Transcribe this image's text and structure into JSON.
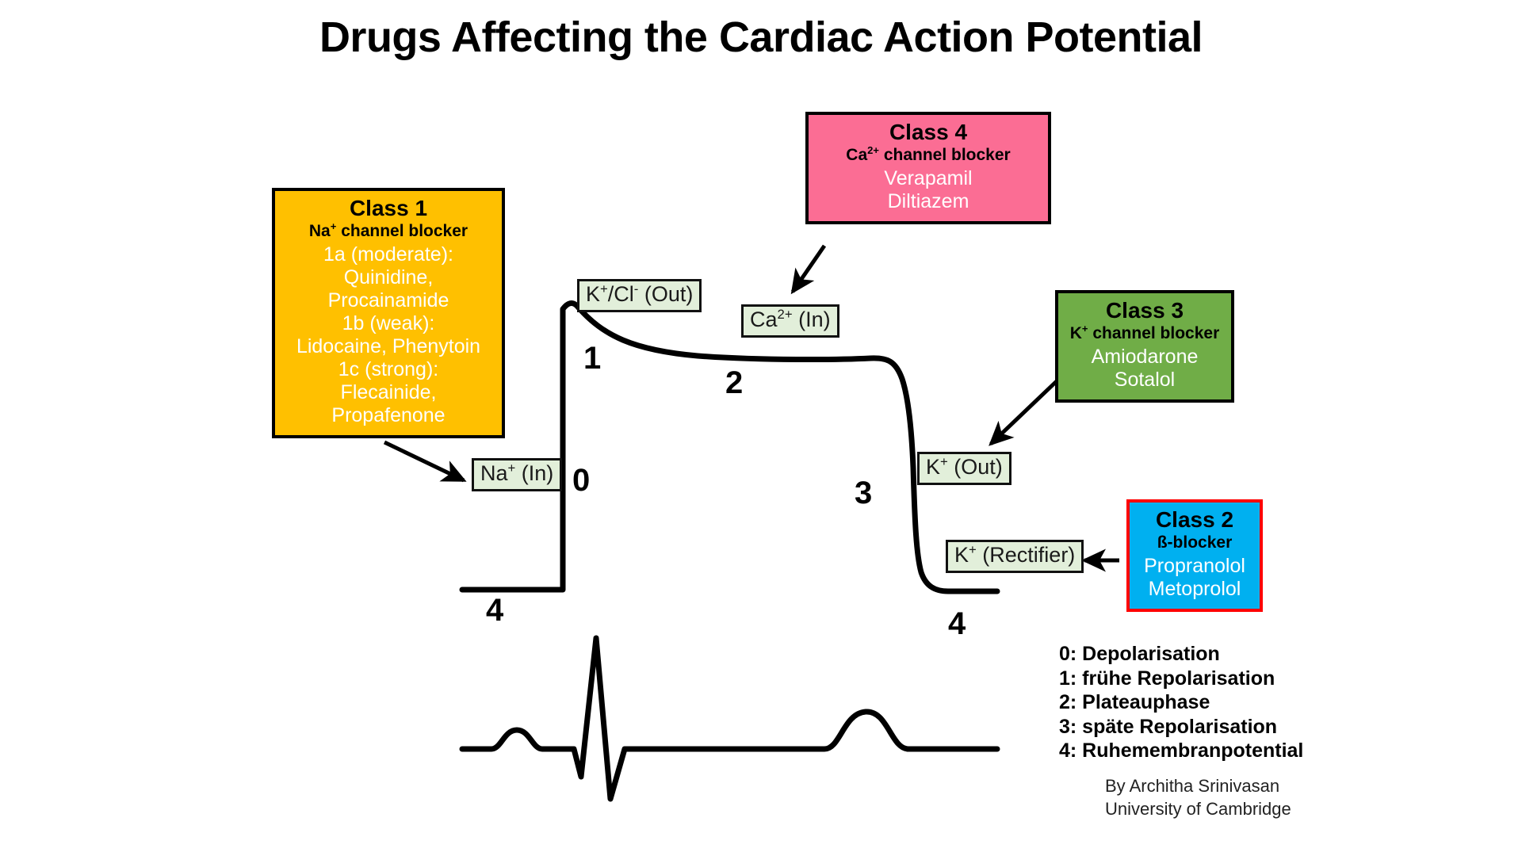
{
  "title": "Drugs Affecting the Cardiac Action Potential",
  "classes": [
    {
      "id": "class-1",
      "title": "Class 1",
      "subtitle_html": "Na+ channel blocker",
      "subtitle_base": "Na",
      "subtitle_sup": "+",
      "subtitle_rest": " channel blocker",
      "lines": [
        "1a (moderate):",
        "Quinidine, Procainamide",
        "1b (weak):",
        "Lidocaine, Phenytoin",
        "1c (strong):",
        "Flecainide, Propafenone"
      ],
      "fill": "#FFC000",
      "border": "#000000",
      "title_color": "#000000",
      "text_color": "#FFFFFF"
    },
    {
      "id": "class-4",
      "title": "Class 4",
      "subtitle_base": "Ca",
      "subtitle_sup": "2+",
      "subtitle_rest": " channel blocker",
      "lines": [
        "Verapamil",
        "Diltiazem"
      ],
      "fill": "#FB6D94",
      "border": "#000000",
      "title_color": "#000000",
      "text_color": "#FFFFFF"
    },
    {
      "id": "class-3",
      "title": "Class 3",
      "subtitle_base": "K",
      "subtitle_sup": "+",
      "subtitle_rest": " channel blocker",
      "lines": [
        "Amiodarone",
        "Sotalol"
      ],
      "fill": "#70AD47",
      "border": "#000000",
      "title_color": "#000000",
      "text_color": "#FFFFFF"
    },
    {
      "id": "class-2",
      "title": "Class 2",
      "subtitle_base": "ß-blocker",
      "subtitle_sup": "",
      "subtitle_rest": "",
      "lines": [
        "Propranolol",
        "Metoprolol"
      ],
      "fill": "#00B0F0",
      "border": "#FF0000",
      "title_color": "#000000",
      "text_color": "#FFFFFF"
    }
  ],
  "ion_labels": [
    {
      "id": "kcl-out",
      "base": "K",
      "sup": "+",
      "rest": "/Cl",
      "sup2": "-",
      "rest2": " (Out)"
    },
    {
      "id": "ca-in",
      "base": "Ca",
      "sup": "2+",
      "rest": " (In)"
    },
    {
      "id": "na-in",
      "base": "Na",
      "sup": "+",
      "rest": " (In)"
    },
    {
      "id": "k-out",
      "base": "K",
      "sup": "+",
      "rest": " (Out)"
    },
    {
      "id": "k-rect",
      "base": "K",
      "sup": "+",
      "rest": " (Rectifier)"
    }
  ],
  "ion_box_fill": "#E2EFDA",
  "ion_box_border": "#111111",
  "phases": {
    "p0": "0",
    "p1": "1",
    "p2": "2",
    "p3": "3",
    "p4_left": "4",
    "p4_right": "4"
  },
  "legend": [
    "0: Depolarisation",
    "1: frühe Repolarisation",
    "2: Plateauphase",
    "3: späte Repolarisation",
    "4: Ruhemembranpotential"
  ],
  "credit": [
    "By Architha Srinivasan",
    "University of Cambridge"
  ],
  "chart_data": {
    "type": "line",
    "title": "Cardiac Action Potential with ECG",
    "xlabel": "",
    "ylabel": "",
    "series": [
      {
        "name": "action-potential",
        "phase_labels": [
          "4",
          "0",
          "1",
          "2",
          "3",
          "4"
        ],
        "description": "Ventricular myocyte action potential: resting baseline (phase 4), rapid upstroke (phase 0), early notch repolarisation (phase 1), plateau (phase 2), rapid late repolarisation (phase 3), return to resting potential (phase 4)"
      },
      {
        "name": "ecg",
        "waves": [
          "baseline",
          "P",
          "Q",
          "R",
          "S",
          "ST",
          "T",
          "baseline"
        ],
        "description": "Surface ECG aligned below the action potential"
      }
    ],
    "grid": false,
    "legend_position": "bottom-right"
  },
  "stroke_color": "#000000"
}
